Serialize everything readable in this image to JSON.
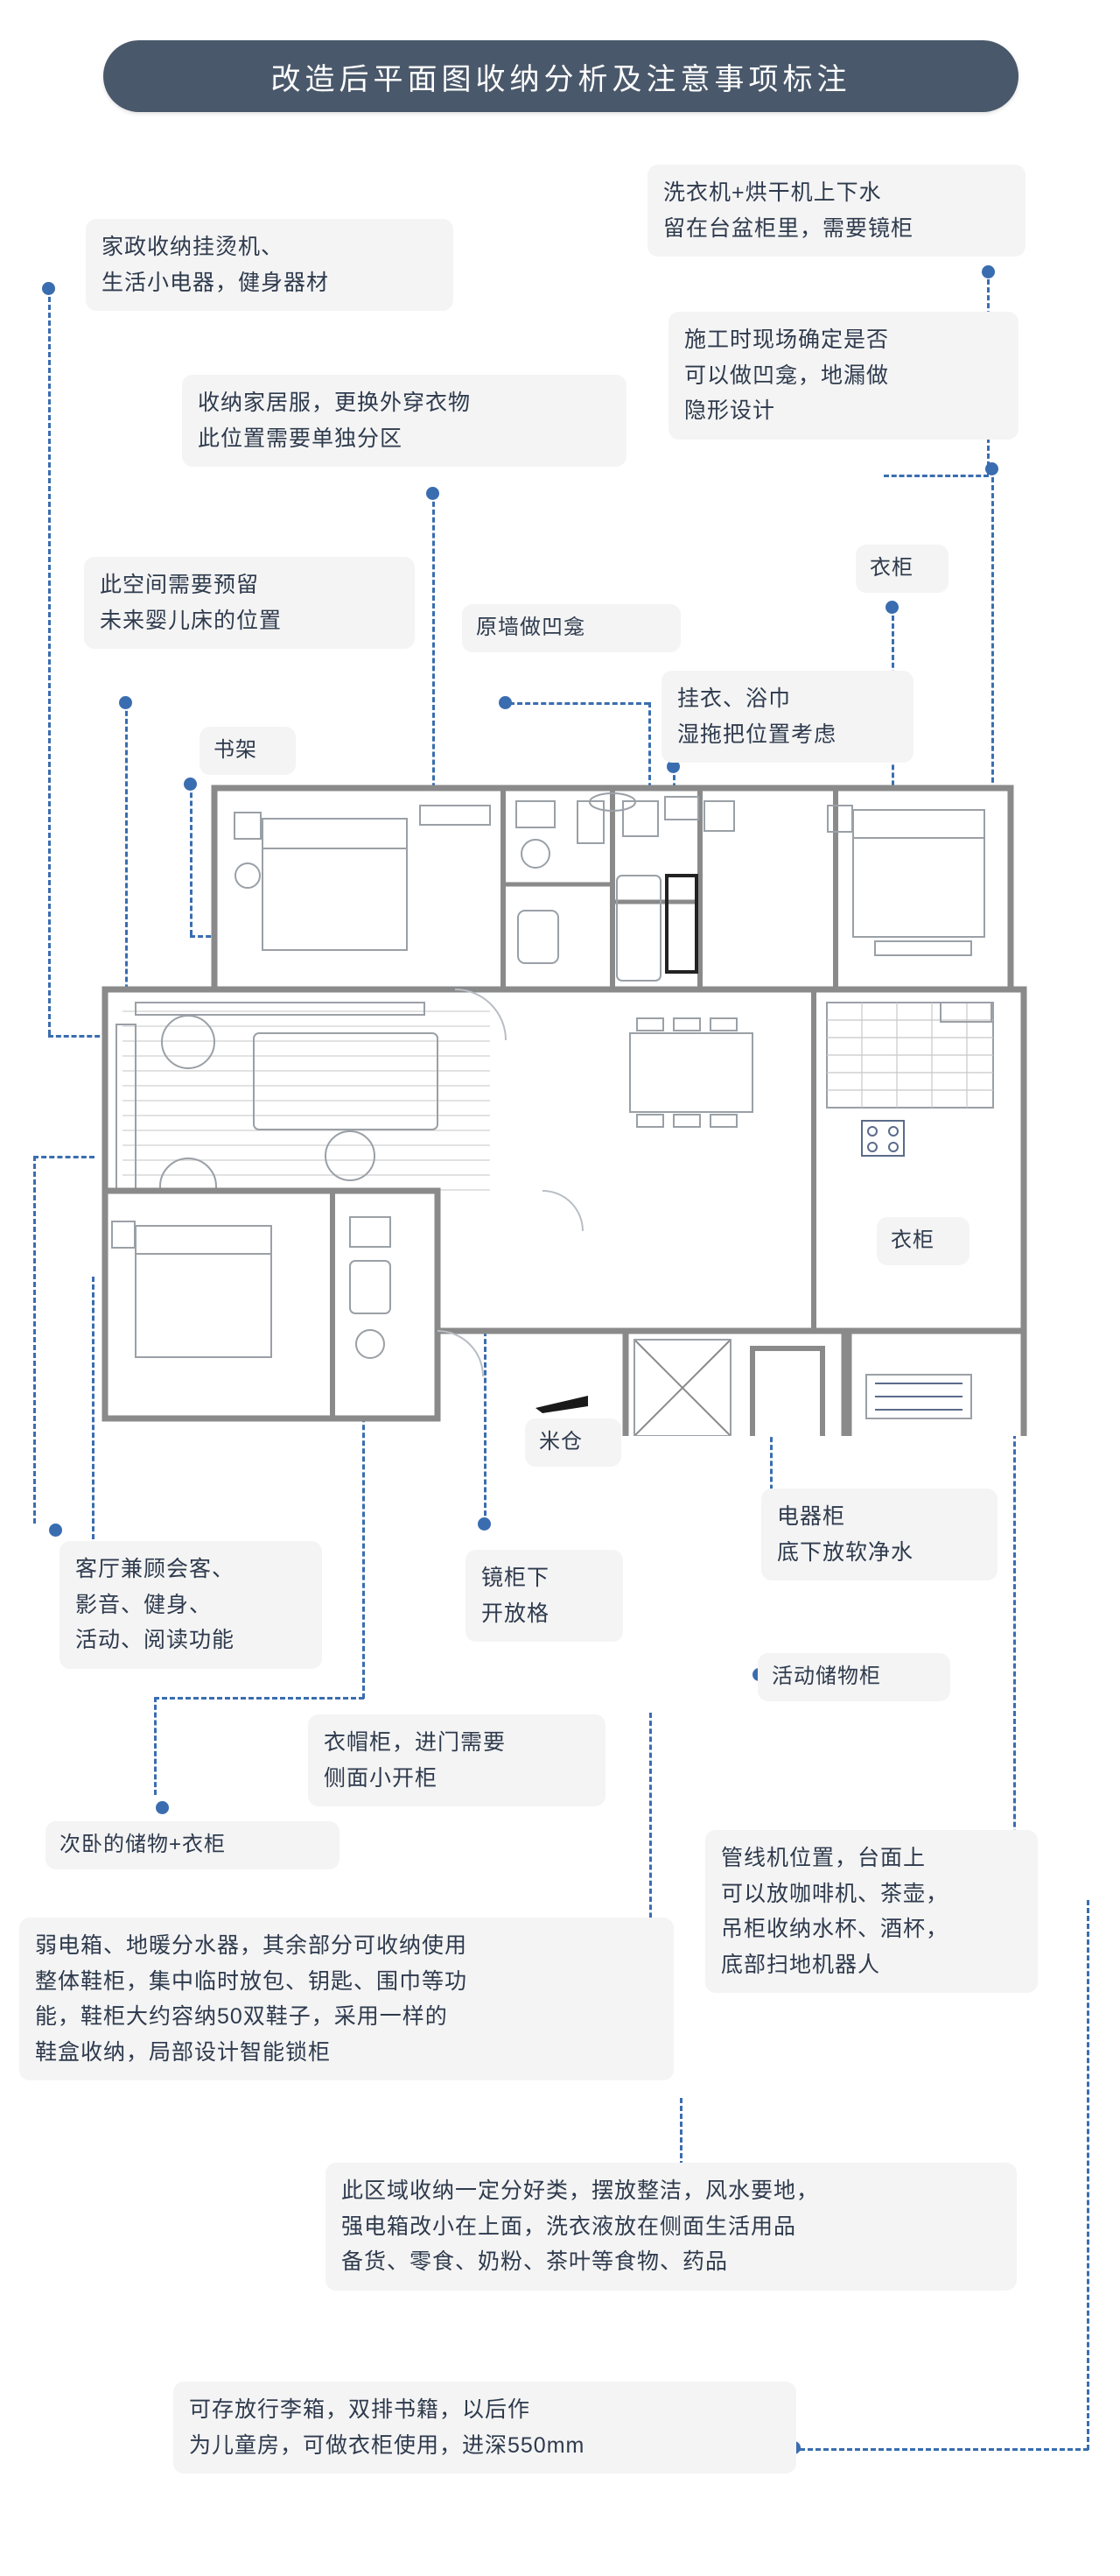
{
  "header": {
    "title": "改造后平面图收纳分析及注意事项标注",
    "bar_color": "#4a586b",
    "text_color": "#ffffff"
  },
  "theme": {
    "note_bg": "#f4f4f4",
    "note_text": "#2e3a4d",
    "leader_color": "#3a6db0",
    "plan_wall": "#7d7d7d",
    "plan_line": "#9aa0a6",
    "page_bg": "#ffffff"
  },
  "notes": [
    {
      "id": "n01",
      "name": "note-laundry-plumbing",
      "text": "洗衣机+烘干机上下水\n留在台盆柜里，需要镜柜"
    },
    {
      "id": "n02",
      "name": "note-housekeeping-storage",
      "text": "家政收纳挂烫机、\n生活小电器，健身器材"
    },
    {
      "id": "n03",
      "name": "note-site-niche-floor-drain",
      "text": "施工时现场确定是否\n可以做凹龛，地漏做\n隐形设计"
    },
    {
      "id": "n04",
      "name": "note-homewear-storage",
      "text": "收纳家居服，更换外穿衣物\n此位置需要单独分区"
    },
    {
      "id": "n05",
      "name": "note-wardrobe-label",
      "text": "衣柜"
    },
    {
      "id": "n06",
      "name": "note-reserve-crib-space",
      "text": "此空间需要预留\n未来婴儿床的位置"
    },
    {
      "id": "n07",
      "name": "note-original-wall-niche",
      "text": "原墙做凹龛"
    },
    {
      "id": "n08",
      "name": "note-hang-towel-mop",
      "text": "挂衣、浴巾\n湿拖把位置考虑"
    },
    {
      "id": "n09",
      "name": "note-bookshelf-label",
      "text": "书架"
    },
    {
      "id": "n10",
      "name": "note-wardrobe-label-2",
      "text": "衣柜"
    },
    {
      "id": "n11",
      "name": "note-rice-store-label",
      "text": "米仓"
    },
    {
      "id": "n12",
      "name": "note-appliance-cabinet",
      "text": "电器柜\n底下放软净水"
    },
    {
      "id": "n13",
      "name": "note-living-room-functions",
      "text": "客厅兼顾会客、\n影音、健身、\n活动、阅读功能"
    },
    {
      "id": "n14",
      "name": "note-mirror-cabinet-open-shelf",
      "text": "镜柜下\n开放格"
    },
    {
      "id": "n15",
      "name": "note-movable-storage-cabinet",
      "text": "活动储物柜"
    },
    {
      "id": "n16",
      "name": "note-cloakroom-entry",
      "text": "衣帽柜，进门需要\n侧面小开柜"
    },
    {
      "id": "n17",
      "name": "note-secondary-bedroom-storage",
      "text": "次卧的储物+衣柜"
    },
    {
      "id": "n18",
      "name": "note-pipeline-machine-counter",
      "text": "管线机位置，台面上\n可以放咖啡机、茶壶，\n吊柜收纳水杯、酒杯，\n底部扫地机器人"
    },
    {
      "id": "n19",
      "name": "note-entry-shoe-cabinet",
      "text": "弱电箱、地暖分水器，其余部分可收纳使用\n整体鞋柜，集中临时放包、钥匙、围巾等功\n能，鞋柜大约容纳50双鞋子，采用一样的\n鞋盒收纳，局部设计智能锁柜"
    },
    {
      "id": "n20",
      "name": "note-area-sorting-storage",
      "text": "此区域收纳一定分好类，摆放整洁，风水要地，\n强电箱改小在上面，洗衣液放在侧面生活用品\n备货、零食、奶粉、茶叶等食物、药品"
    },
    {
      "id": "n21",
      "name": "note-luggage-books-childroom",
      "text": "可存放行李箱，双排书籍，以后作\n为儿童房，可做衣柜使用，进深550mm"
    }
  ],
  "floor_plan": {
    "name": "renovated-floor-plan-drawing",
    "direction_arrow": "entry-direction-arrow"
  }
}
